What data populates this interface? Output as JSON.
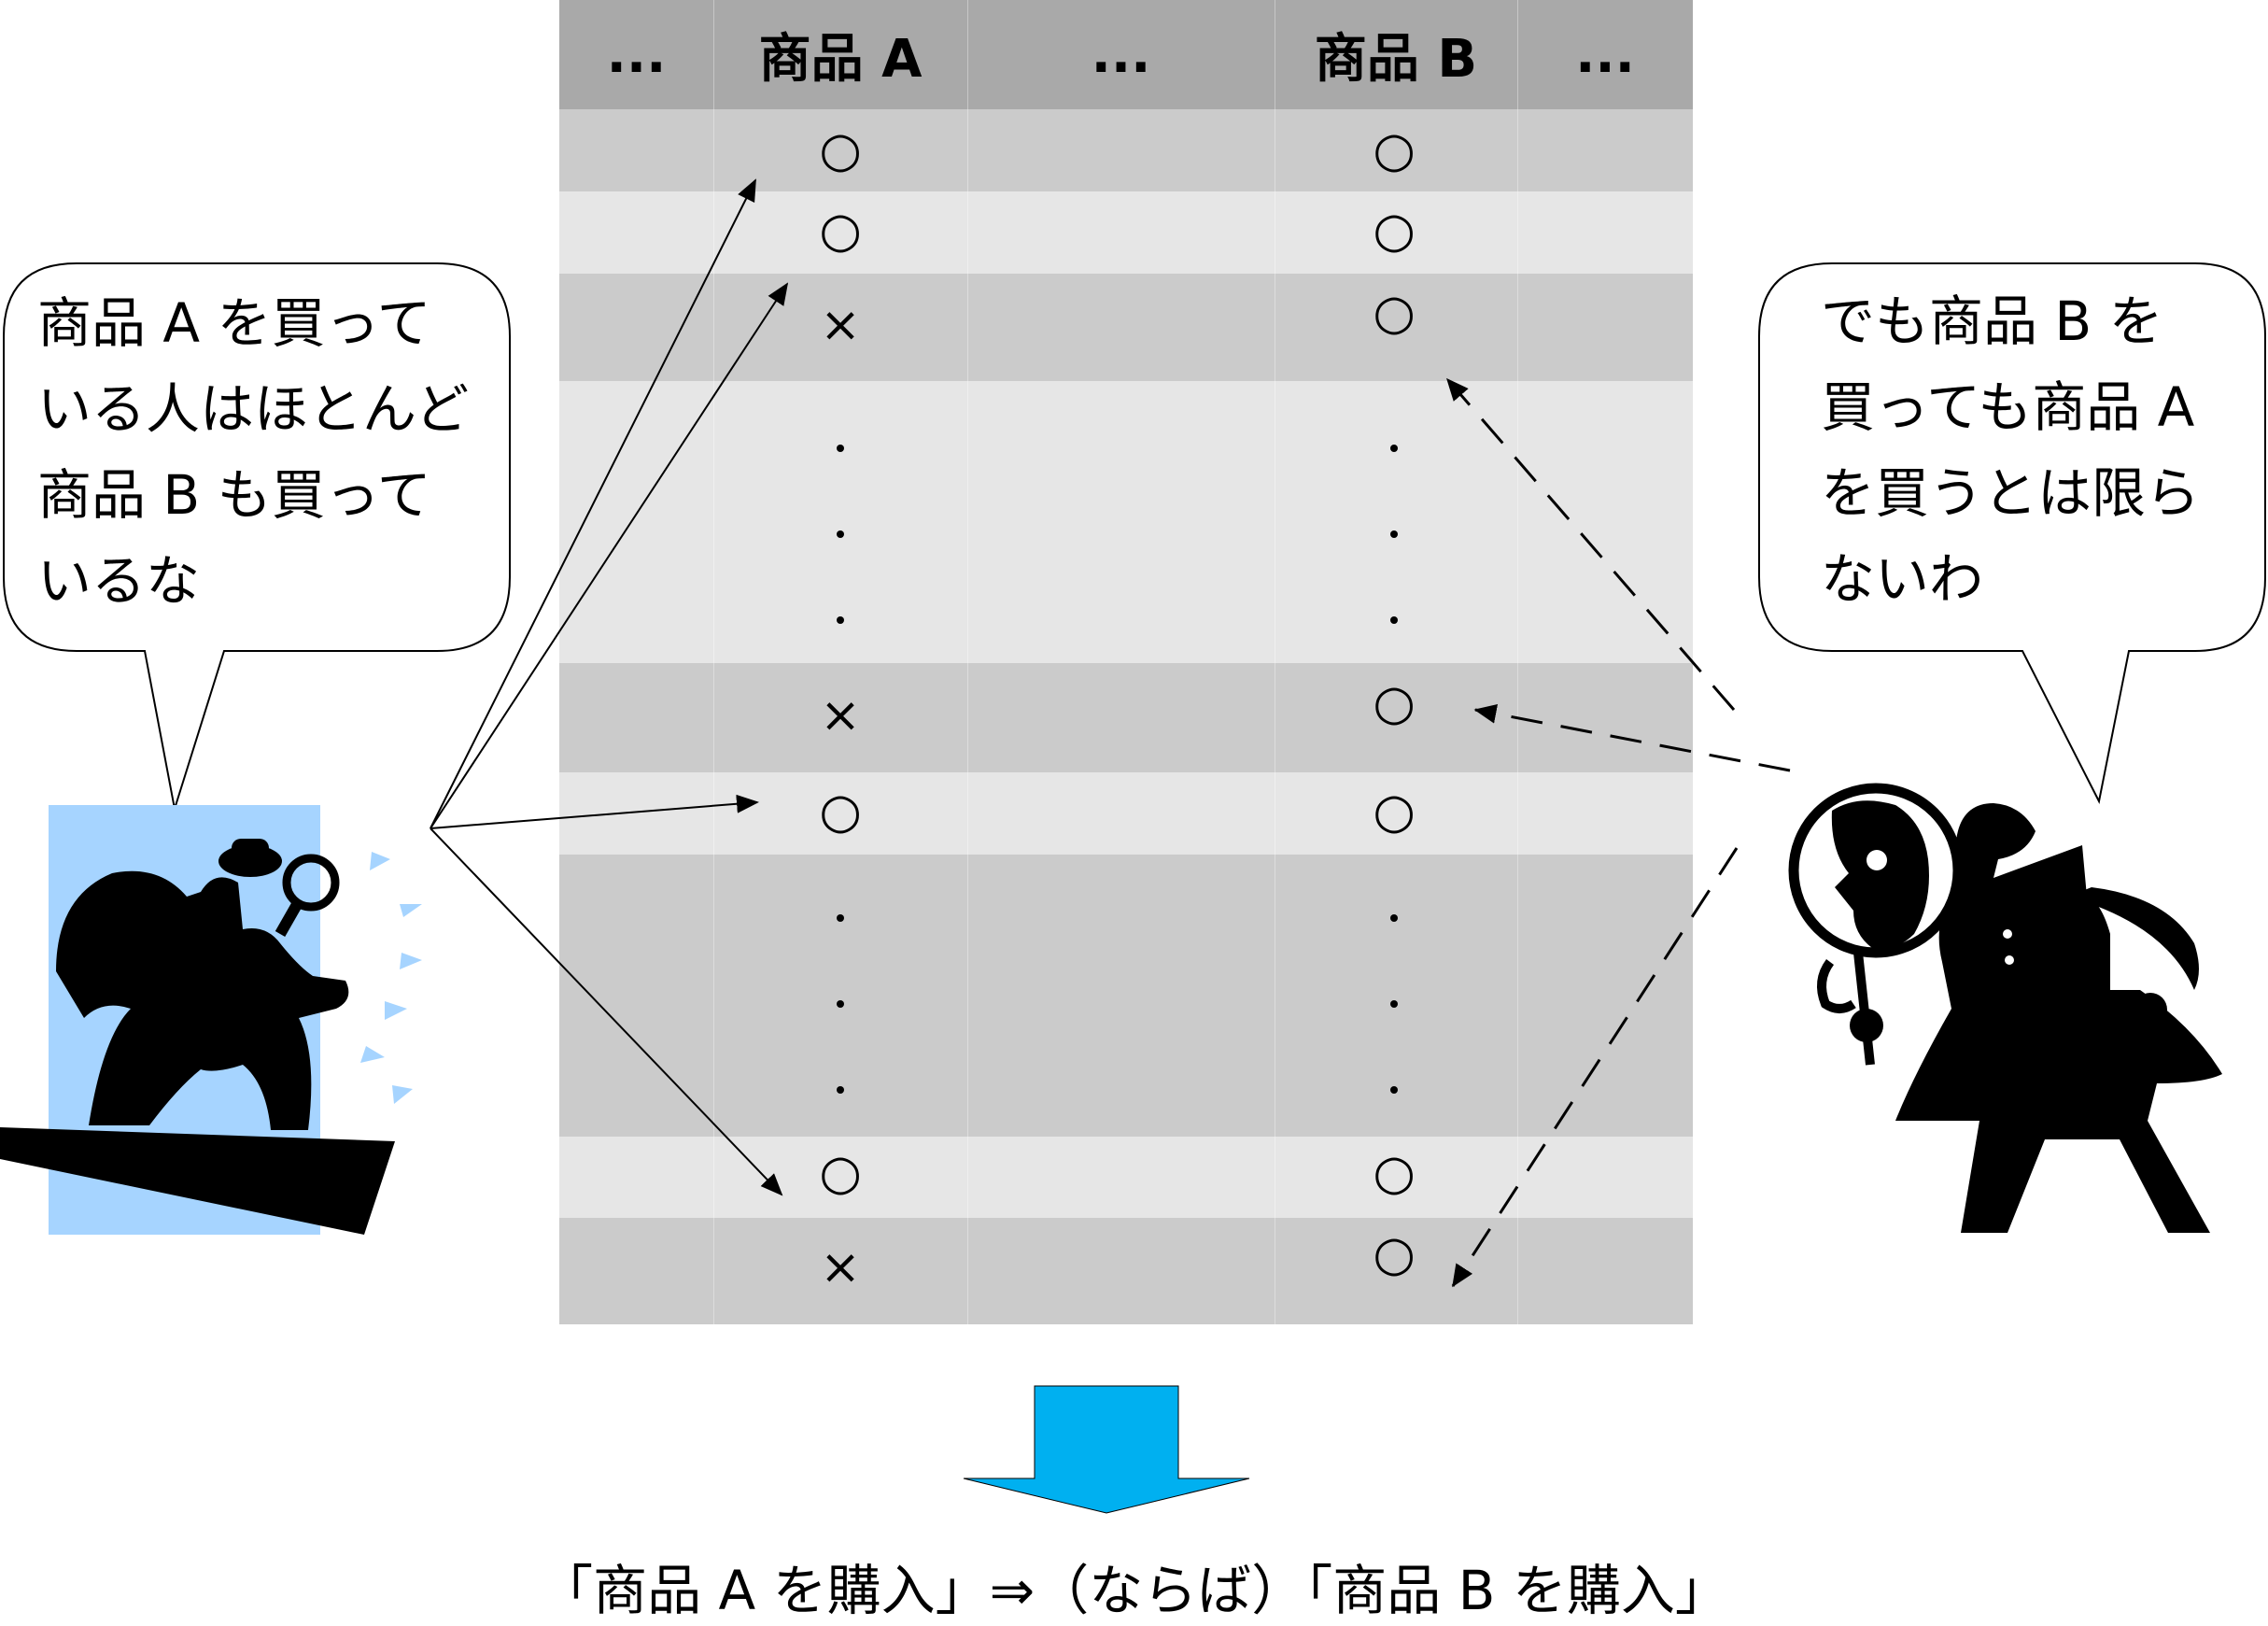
{
  "table": {
    "headers": [
      "...",
      "商品 A",
      "...",
      "商品 B",
      "..."
    ],
    "rows": [
      {
        "a": "○",
        "b": "○"
      },
      {
        "a": "○",
        "b": "○"
      },
      {
        "a": "×",
        "b": "○"
      },
      {
        "a": "・",
        "b": "・"
      },
      {
        "a": "×",
        "b": "○"
      },
      {
        "a": "○",
        "b": "○"
      },
      {
        "a": "・",
        "b": "・"
      },
      {
        "a": "○",
        "b": "○"
      },
      {
        "a": "×",
        "b": "○"
      }
    ]
  },
  "left_bubble": {
    "lines": [
      "商品 A を買って",
      "いる人はほとんど",
      "商品 B も買って",
      "いるな"
    ]
  },
  "right_bubble": {
    "lines": [
      "でも商品 B を",
      "買っても商品 A",
      "を買うとは限ら",
      "ないわ"
    ]
  },
  "conclusion": "「商品 A を購入」⇒（ならば）「商品 B を購入」",
  "colors": {
    "header": "#a9a9a9",
    "row_dark": "#cbcbcb",
    "row_light": "#e6e6e6",
    "down_arrow": "#00b0f0",
    "detective_bg": "#a6d4ff"
  }
}
